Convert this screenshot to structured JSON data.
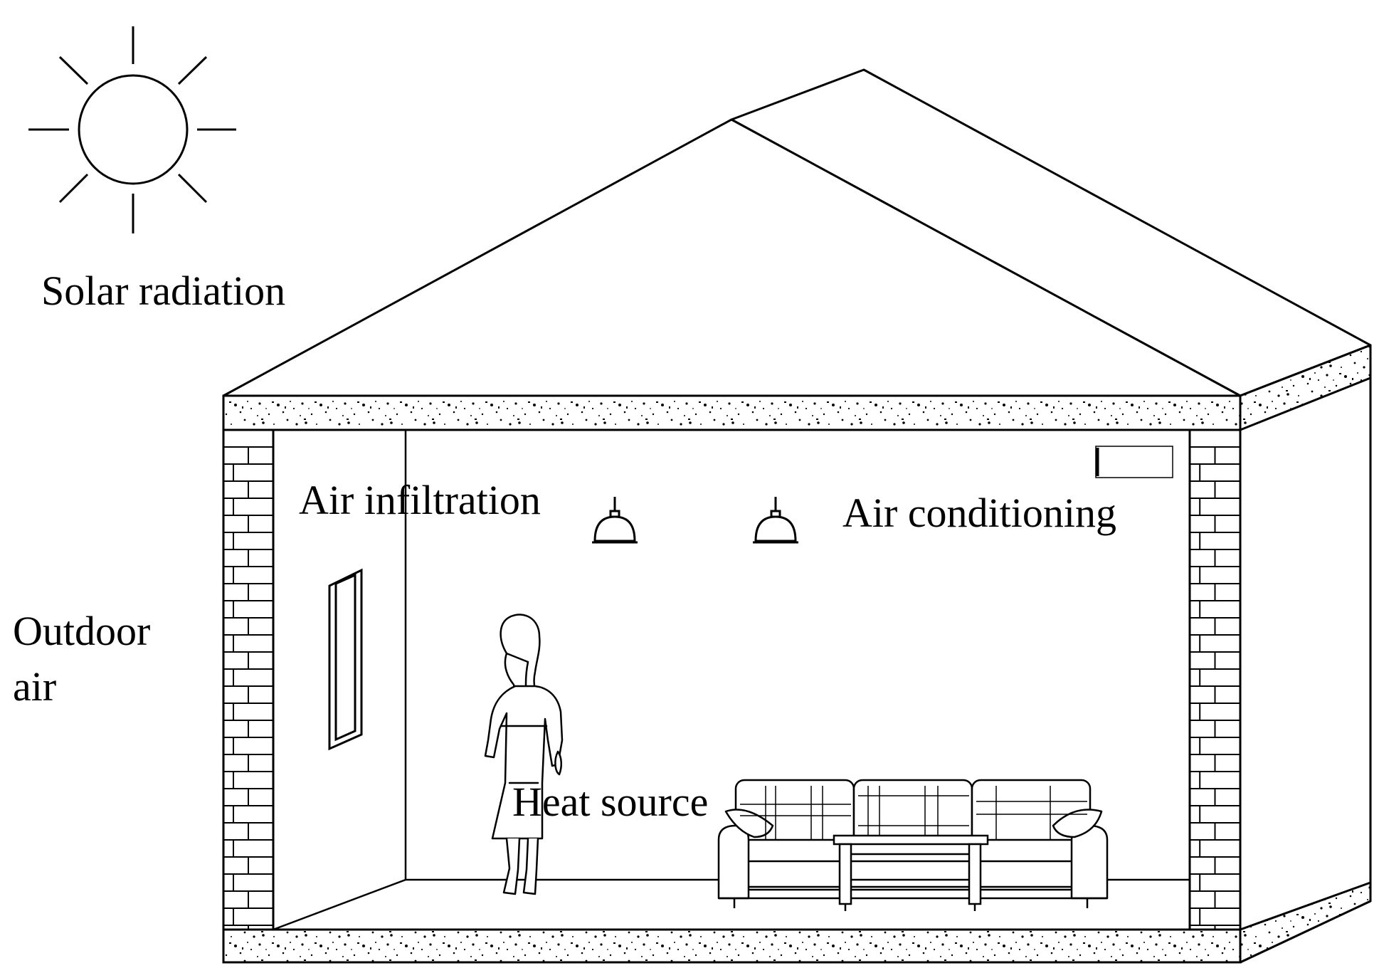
{
  "labels": {
    "solar_radiation": "Solar radiation",
    "outdoor_air_line1": "Outdoor",
    "outdoor_air_line2": "air",
    "air_infiltration": "Air infiltration",
    "air_conditioning": "Air conditioning",
    "heat_source": "Heat source"
  },
  "colors": {
    "line": "#000000",
    "background": "#ffffff",
    "wall_fill": "#ffffff"
  }
}
